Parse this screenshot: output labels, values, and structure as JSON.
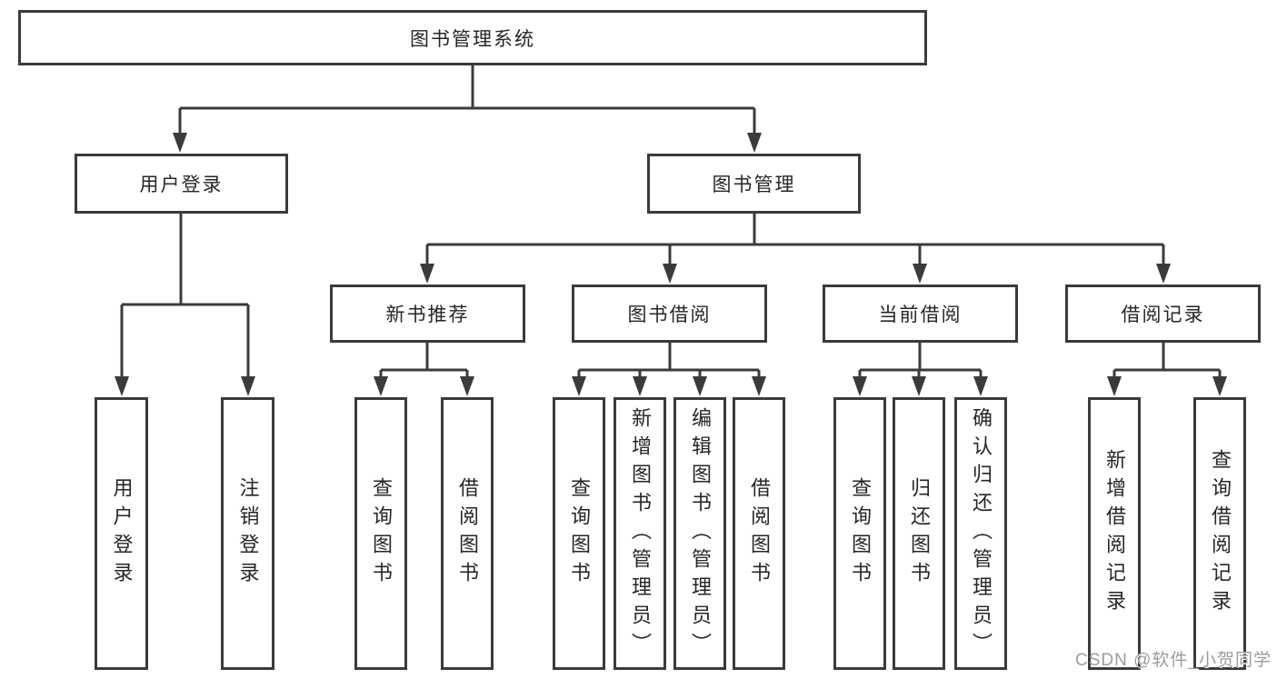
{
  "tree": {
    "label": "图书管理系统",
    "children": [
      {
        "label": "用户登录",
        "children": [
          {
            "label": "用户登录"
          },
          {
            "label": "注销登录"
          }
        ]
      },
      {
        "label": "图书管理",
        "children": [
          {
            "label": "新书推荐",
            "children": [
              {
                "label": "查询图书"
              },
              {
                "label": "借阅图书"
              }
            ]
          },
          {
            "label": "图书借阅",
            "children": [
              {
                "label": "查询图书"
              },
              {
                "label": "新增图书（管理员）"
              },
              {
                "label": "编辑图书（管理员）"
              },
              {
                "label": "借阅图书"
              }
            ]
          },
          {
            "label": "当前借阅",
            "children": [
              {
                "label": "查询图书"
              },
              {
                "label": "归还图书"
              },
              {
                "label": "确认归还（管理员）"
              }
            ]
          },
          {
            "label": "借阅记录",
            "children": [
              {
                "label": "新增借阅记录"
              },
              {
                "label": "查询借阅记录"
              }
            ]
          }
        ]
      }
    ]
  },
  "watermark": "CSDN @软件_小贺同学",
  "colors": {
    "line": "#3b3b3b",
    "text": "#262626",
    "watermark": "#9c9c9c"
  }
}
